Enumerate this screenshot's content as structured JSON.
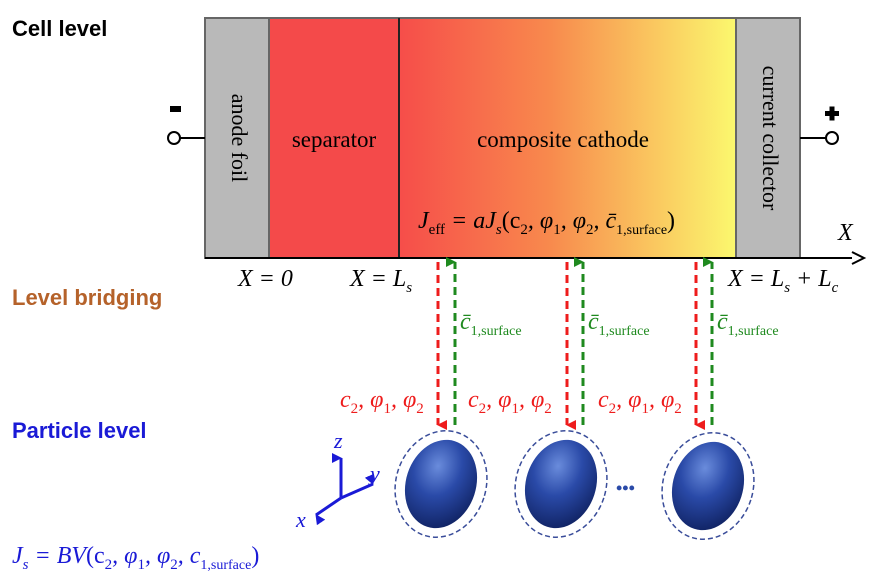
{
  "levels": {
    "cell": "Cell level",
    "bridging": "Level bridging",
    "particle": "Particle level"
  },
  "cell": {
    "anode_foil": "anode foil",
    "separator": "separator",
    "composite_cathode": "composite cathode",
    "current_collector": "current collector",
    "negative_sign": "−",
    "positive_sign": "+"
  },
  "axis": {
    "x_axis": "X",
    "x0": "X = 0",
    "xLs_lhs": "X = L",
    "xLs_sub": "s",
    "xEnd_lhs": "X = L",
    "xEnd_sub1": "s",
    "xEnd_plus": " + L",
    "xEnd_sub2": "c"
  },
  "jeff": {
    "J": "J",
    "J_sub": "eff",
    "eq": " = aJ",
    "eq_sub": "s",
    "args": "(c",
    "c2_sub": "2",
    "comma1": ", φ",
    "phi1_sub": "1",
    "comma2": ", φ",
    "phi2_sub": "2",
    "comma3": ", c̄",
    "c1_sub": "1,surface",
    "close": ")"
  },
  "bridge": {
    "up_label_c": "c̄",
    "up_label_sub": "1,surface",
    "down_label": "c",
    "down_sub2": "2",
    "down_phi1": ", φ",
    "down_sub_phi1": "1",
    "down_phi2": ", φ",
    "down_sub_phi2": "2"
  },
  "coords": {
    "z": "z",
    "y": "y",
    "x": "x"
  },
  "ellipsis": "•••",
  "js": {
    "J": "J",
    "J_sub": "s",
    "eq": " = BV",
    "args": "(c",
    "c2_sub": "2",
    "comma1": ", φ",
    "phi1_sub": "1",
    "comma2": ", φ",
    "phi2_sub": "2",
    "comma3": ", c",
    "c1_sub": "1,surface",
    "close": ")"
  },
  "colors": {
    "foil_gray": "#b9b9b9",
    "separator_red": "#f44a4a",
    "cathode_start": "#f64d4a",
    "cathode_end": "#fbf86e",
    "arrow_red": "#ee1c1c",
    "arrow_green": "#1f8a1f",
    "particle_blue": "#1f3f9a",
    "text_blue": "#1a1ad6"
  }
}
